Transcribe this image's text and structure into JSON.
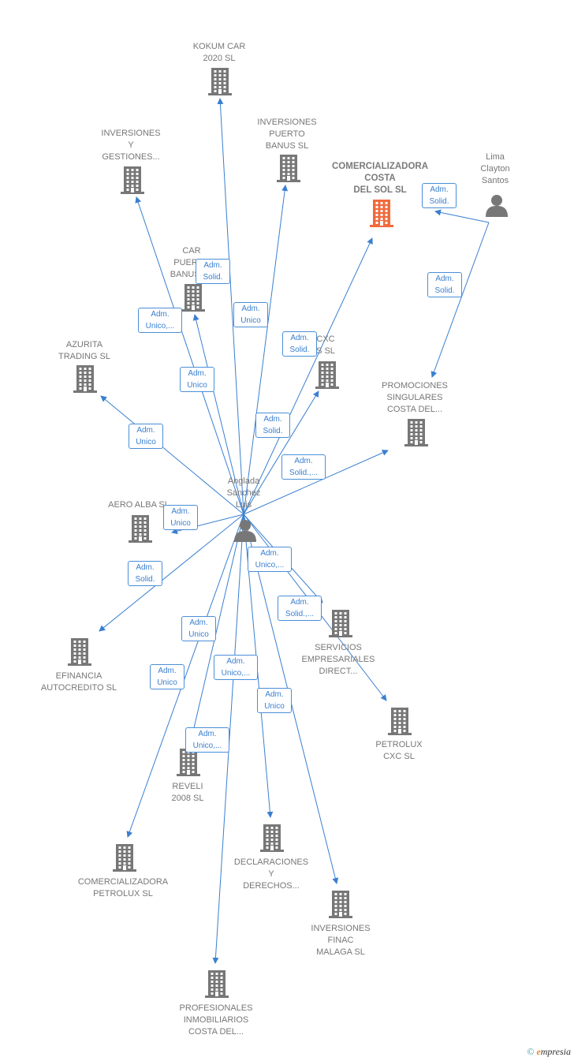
{
  "center": {
    "label": [
      "Anglada",
      "Sanchez",
      "Luis"
    ]
  },
  "persons": [
    {
      "id": "lima",
      "label": [
        "Lima",
        "Clayton",
        "Santos"
      ]
    }
  ],
  "companies": [
    {
      "id": "kokum",
      "label": [
        "KOKUM CAR",
        "2020 SL"
      ]
    },
    {
      "id": "invgest",
      "label": [
        "INVERSIONES",
        "Y",
        "GESTIONES..."
      ]
    },
    {
      "id": "invpuerto",
      "label": [
        "INVERSIONES",
        "PUERTO",
        "BANUS SL"
      ]
    },
    {
      "id": "comcosta",
      "label": [
        "COMERCIALIZADORA",
        "COSTA",
        "DEL SOL  SL"
      ],
      "highlight": true
    },
    {
      "id": "carpuerto",
      "label": [
        "CAR",
        "PUERTO",
        "BANUS SL"
      ]
    },
    {
      "id": "azurita",
      "label": [
        "AZURITA",
        "TRADING  SL"
      ]
    },
    {
      "id": "cxc",
      "label": [
        "CXC",
        "S  SL"
      ]
    },
    {
      "id": "promo",
      "label": [
        "PROMOCIONES",
        "SINGULARES",
        "COSTA DEL..."
      ]
    },
    {
      "id": "aero",
      "label": [
        "AERO ALBA SL"
      ]
    },
    {
      "id": "efinancia",
      "label": [
        "EFINANCIA",
        "AUTOCREDITO SL"
      ]
    },
    {
      "id": "servicios",
      "label": [
        "SERVICIOS",
        "EMPRESARIALES",
        "DIRECT..."
      ]
    },
    {
      "id": "petrolux",
      "label": [
        "PETROLUX",
        "CXC  SL"
      ]
    },
    {
      "id": "reveli",
      "label": [
        "REVELI",
        "2008 SL"
      ]
    },
    {
      "id": "comerpetro",
      "label": [
        "COMERCIALIZADORA",
        "PETROLUX  SL"
      ]
    },
    {
      "id": "declar",
      "label": [
        "DECLARACIONES",
        "Y",
        "DERECHOS..."
      ]
    },
    {
      "id": "invfinac",
      "label": [
        "INVERSIONES",
        "FINAC",
        "MALAGA SL"
      ]
    },
    {
      "id": "profes",
      "label": [
        "PROFESIONALES",
        "INMOBILIARIOS",
        "COSTA DEL..."
      ]
    }
  ],
  "edges": [
    {
      "to": "kokum",
      "label": [
        "Adm.",
        "Solid."
      ]
    },
    {
      "to": "invgest",
      "label": [
        "Adm.",
        "Unico,..."
      ]
    },
    {
      "to": "invpuerto",
      "label": [
        "Adm.",
        "Unico"
      ]
    },
    {
      "to": "comcosta",
      "label": [
        "Adm.",
        "Solid."
      ]
    },
    {
      "to": "carpuerto",
      "label": [
        "Adm.",
        "Unico"
      ]
    },
    {
      "to": "azurita",
      "label": [
        "Adm.",
        "Unico"
      ]
    },
    {
      "to": "cxc",
      "label": [
        "Adm.",
        "Solid."
      ]
    },
    {
      "to": "promo",
      "label": [
        "Adm.",
        "Solid.,..."
      ]
    },
    {
      "to": "aero",
      "label": [
        "Adm.",
        "Unico"
      ]
    },
    {
      "to": "efinancia",
      "label": [
        "Adm.",
        "Solid."
      ]
    },
    {
      "to": "servicios",
      "label": [
        "Adm.",
        "Unico,..."
      ]
    },
    {
      "to": "petrolux",
      "label": [
        "Adm.",
        "Solid.,..."
      ]
    },
    {
      "to": "reveli",
      "label": [
        "Adm.",
        "Unico"
      ]
    },
    {
      "to": "comerpetro",
      "label": [
        "Adm.",
        "Unico"
      ]
    },
    {
      "to": "declar",
      "label": [
        "Adm.",
        "Unico,..."
      ]
    },
    {
      "to": "invfinac",
      "label": [
        "Adm.",
        "Unico"
      ]
    },
    {
      "to": "profes",
      "label": [
        "Adm.",
        "Unico,..."
      ]
    },
    {
      "from": "lima",
      "to": "comcosta",
      "label": [
        "Adm.",
        "Solid."
      ]
    },
    {
      "from": "lima",
      "to": "promo",
      "label": [
        "Adm.",
        "Solid."
      ]
    }
  ],
  "colors": {
    "edge": "#3a7fd0",
    "icon": "#777777",
    "highlight": "#f26a3a"
  },
  "footer": {
    "symbol": "©",
    "brand_e": "e",
    "brand_rest": "mpresia"
  }
}
